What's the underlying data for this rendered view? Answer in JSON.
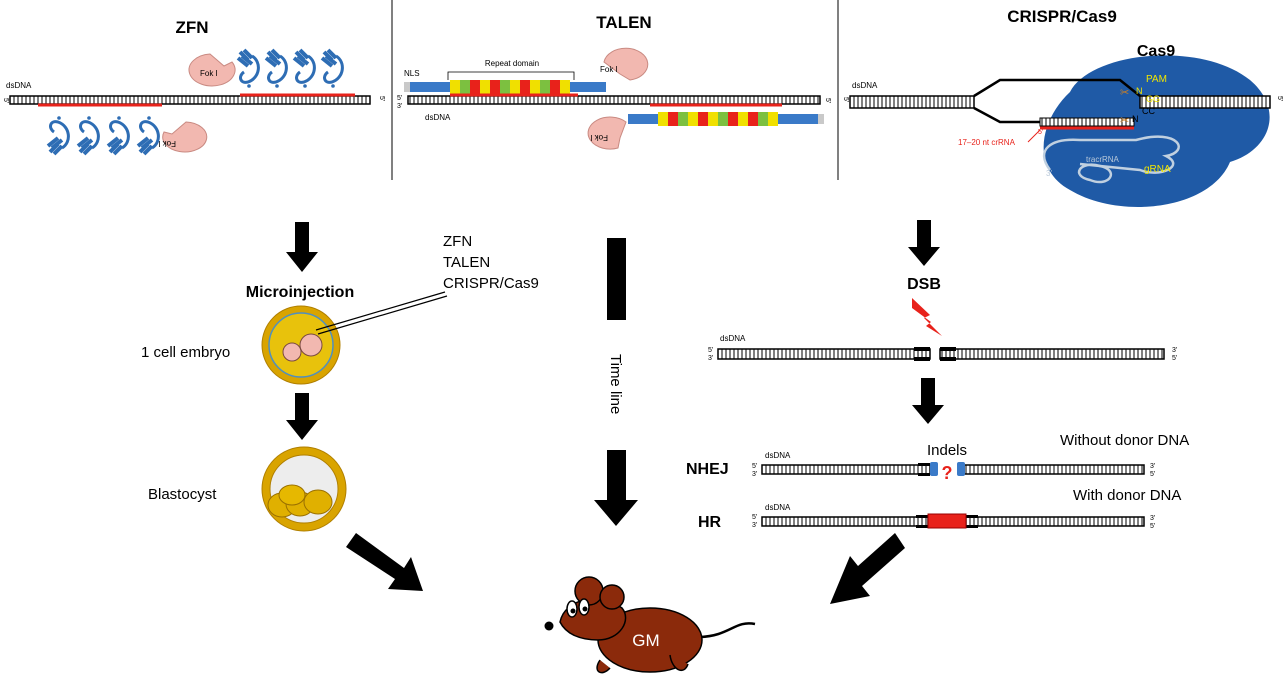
{
  "panels": {
    "zfn": {
      "title": "ZFN",
      "dsdna": "dsDNA",
      "fok_top": "Fok I",
      "fok_bottom": "Fok I",
      "end5": "5'",
      "end3": "3'"
    },
    "talen": {
      "title": "TALEN",
      "nls": "NLS",
      "repeat_domain": "Repeat domain",
      "fok_top": "Fok I",
      "fok_bottom": "Fok I",
      "dsdna": "dsDNA",
      "end5": "5'",
      "end3": "3'"
    },
    "crispr": {
      "title": "CRISPR/Cas9",
      "cas9": "Cas9",
      "pam": "PAM",
      "pam_n": "N",
      "pam_gg": "GG",
      "pam_cc": "CC",
      "pam_n2": "N",
      "dsdna": "dsDNA",
      "crrna": "17–20 nt crRNA",
      "tracrrna": "tracrRNA",
      "grna": "gRNA",
      "three_prime": "3'",
      "five_prime": "5'",
      "end5": "5'",
      "end3": "3'"
    }
  },
  "workflow": {
    "microinjection": "Microinjection",
    "reagents": [
      "ZFN",
      "TALEN",
      "CRISPR/Cas9"
    ],
    "one_cell_embryo": "1 cell embryo",
    "blastocyst": "Blastocyst",
    "time_line": "Time line",
    "gm": "GM"
  },
  "repair": {
    "dsb": "DSB",
    "dsdna": "dsDNA",
    "indels": "Indels",
    "nhej": "NHEJ",
    "hr": "HR",
    "without_donor": "Without donor DNA",
    "with_donor": "With donor DNA",
    "end5": "5'",
    "end3": "3'",
    "question": "?"
  },
  "colors": {
    "protein_blue": "#2e6db4",
    "fok_pink": "#f2b8b0",
    "cas9_blue": "#1f5aa6",
    "cut_red": "#e8221b",
    "embryo_gold": "#d9a400",
    "mouse_brown": "#8b2a0b",
    "label_yellow": "#f2e600"
  }
}
